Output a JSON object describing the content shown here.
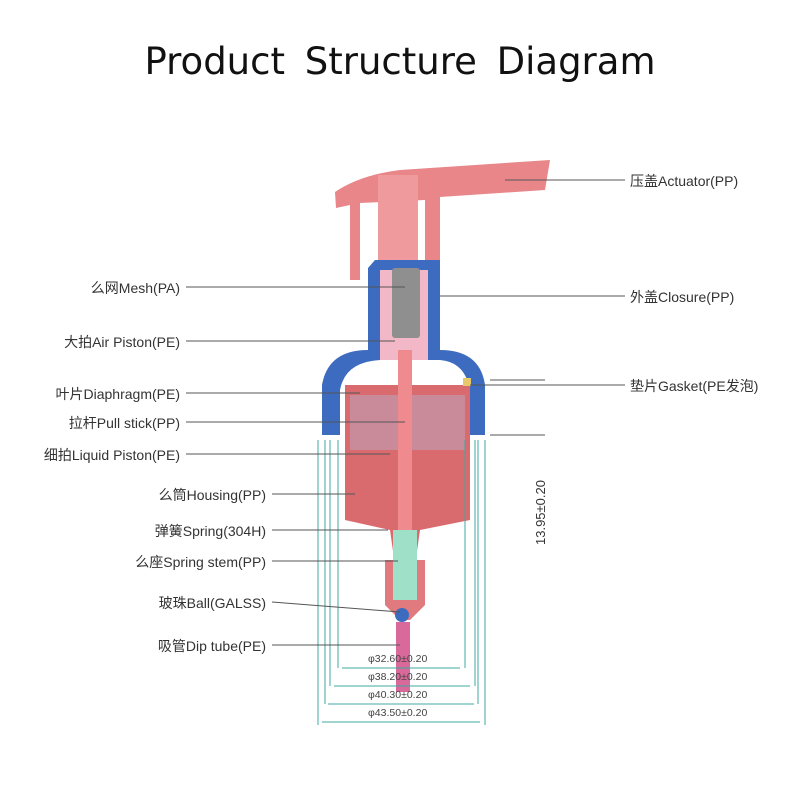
{
  "title": "Product Structure Diagram",
  "parts_left": [
    {
      "label": "么网Mesh(PA)"
    },
    {
      "label": "大拍Air Piston(PE)"
    },
    {
      "label": "叶片Diaphragm(PE)"
    },
    {
      "label": "拉杆Pull stick(PP)"
    },
    {
      "label": "细拍Liquid Piston(PE)"
    },
    {
      "label": "么筒Housing(PP)"
    },
    {
      "label": "弹簧Spring(304H)"
    },
    {
      "label": "么座Spring stem(PP)"
    },
    {
      "label": "玻珠Ball(GALSS)"
    },
    {
      "label": "吸管Dip tube(PE)"
    }
  ],
  "parts_right": [
    {
      "label": "压盖Actuator(PP)"
    },
    {
      "label": "外盖Closure(PP)"
    },
    {
      "label": "垫片Gasket(PE发泡)"
    }
  ],
  "dimensions": {
    "height": "13.95±0.20",
    "diameters": [
      "φ32.60±0.20",
      "φ38.20±0.20",
      "φ40.30±0.20",
      "φ43.50±0.20"
    ]
  },
  "colors": {
    "actuator": "#e8868a",
    "closure": "#3d6bbf",
    "housing": "#d96a6e",
    "mesh": "#8f8f8f",
    "spring_stem": "#9fe0c9",
    "dimension_line": "#3fa9a0",
    "dip_tube": "#d9699a"
  }
}
